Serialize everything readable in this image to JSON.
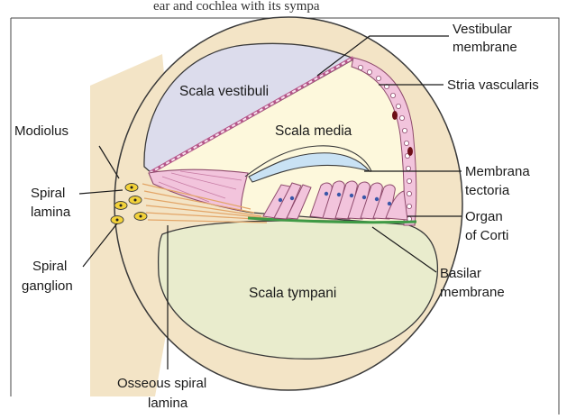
{
  "caption_fragment": "ear and cochlea with its sympa",
  "regions": {
    "scala_vestibuli": "Scala vestibuli",
    "scala_media": "Scala media",
    "scala_tympani": "Scala tympani"
  },
  "labels": {
    "vestibular_membrane": [
      "Vestibular",
      "membrane"
    ],
    "stria_vascularis": "Stria vascularis",
    "modiolus": "Modiolus",
    "spiral_lamina": [
      "Spiral",
      "lamina"
    ],
    "spiral_ganglion": [
      "Spiral",
      "ganglion"
    ],
    "membrana_tectoria": [
      "Membrana",
      "tectoria"
    ],
    "organ_of_corti": [
      "Organ",
      "of Corti"
    ],
    "basilar_membrane": [
      "Basilar",
      "membrane"
    ],
    "osseous_spiral_lamina": [
      "Osseous spiral",
      "lamina"
    ]
  },
  "colors": {
    "bone": "#f3e4c6",
    "scala_vestibuli": "#dcdcec",
    "scala_media": "#fdf8dc",
    "scala_tympani": "#e9eccd",
    "cells": "#f2c4dc",
    "tectorial": "#c9e2f4",
    "basilar": "#3f9a45"
  }
}
